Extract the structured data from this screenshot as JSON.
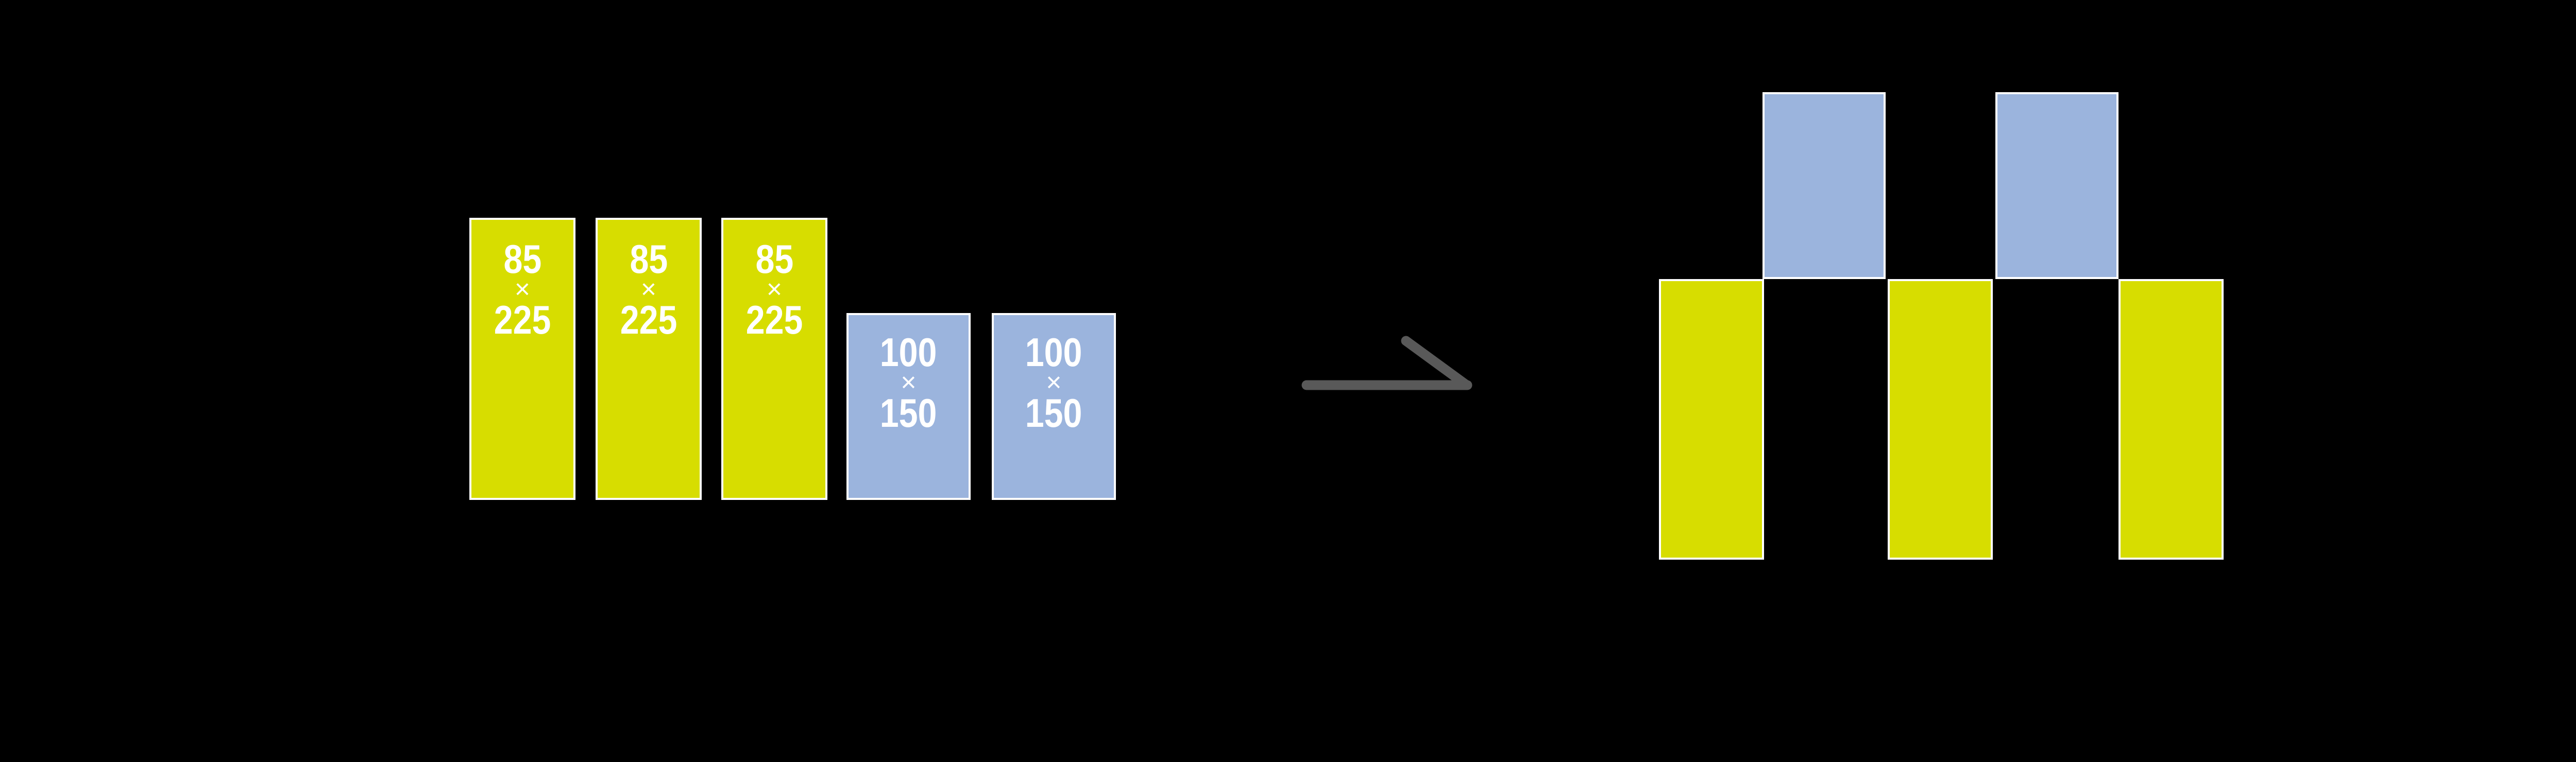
{
  "colors": {
    "background": "#000000",
    "yellow": "#d7dd00",
    "blue": "#9bb4dd",
    "border": "#ffffff",
    "text": "#ffffff",
    "arrow": "#595959"
  },
  "pieces": {
    "yellow": {
      "width_label": "85",
      "times_label": "×",
      "height_label": "225"
    },
    "blue": {
      "width_label": "100",
      "times_label": "×",
      "height_label": "150"
    }
  },
  "left_group": {
    "bars": [
      "yellow-85x225",
      "yellow-85x225",
      "yellow-85x225",
      "blue-100x150",
      "blue-100x150"
    ]
  },
  "right_group": {
    "bars": [
      "yellow-85x225",
      "blue-100x150",
      "yellow-85x225",
      "blue-100x150",
      "yellow-85x225"
    ]
  },
  "arrow": {
    "name": "transform-arrow"
  }
}
